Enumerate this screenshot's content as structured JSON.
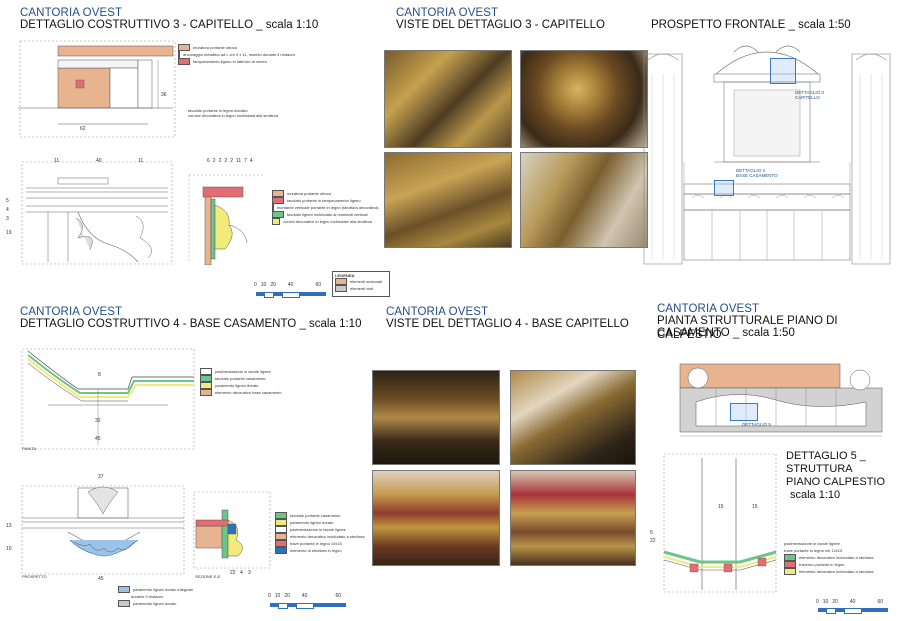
{
  "panels": {
    "p1": {
      "title1": "CANTORIA OVEST",
      "title2": "DETTAGLIO COSTRUTTIVO 3 - CAPITELLO _ scala 1:10"
    },
    "p2": {
      "title1": "CANTORIA OVEST",
      "title2": "VISTE DEL DETTAGLIO 3 - CAPITELLO"
    },
    "p3": {
      "title": "PROSPETTO FRONTALE _ scala 1:50"
    },
    "p4": {
      "title1": "CANTORIA OVEST",
      "title2": "DETTAGLIO COSTRUTTIVO 4 - BASE CASAMENTO _ scala 1:10"
    },
    "p5": {
      "title1": "CANTORIA OVEST",
      "title2": "VISTE DEL DETTAGLIO 4 - BASE CAPITELLO"
    },
    "p6": {
      "title1": "CANTORIA OVEST",
      "title2": "PIANTA STRUTTURALE PIANO DI CALPESTIO",
      "title3": "CASAMENTO _ scala 1:50"
    },
    "p7": {
      "line1": "DETTAGLIO 5 _",
      "line2": "STRUTTURA",
      "line3": "PIANO CALPESTIO",
      "line4": "scala 1:10"
    }
  },
  "labels": {
    "d3_top_notes": [
      "muratura portante ottoca",
      "ancoraggio metallico ad L cm 9 x 11, inserito durante il restauro",
      "tamponamento ligneo in laterizio al centro"
    ],
    "d3_mid_notes": [
      "tavolato portante in legno riciclato",
      "cornice decorativa in legno inchiodata alla struttura"
    ],
    "d3_sec_notes": [
      "muratura portante ottoca",
      "tavolato portante in tamponamento ligneo",
      "montante verticale portante in legno (struttura decorativa)",
      "tavolato ligneo inchiodato ai montanti verticali",
      "cornici decorative in legno inchiodate alla struttura"
    ],
    "legend_title": "LEGENDA",
    "legend_items": [
      "elementi sezionati",
      "elementi visti"
    ],
    "det3_box": "DETTAGLIO 3 CAPITELLO",
    "det4_box": "DETTAGLIO 4 BASE CASAMENTO",
    "det5_box": "DETTAGLIO 5",
    "d4_plan_notes": [
      "pavimentazione in tavole lignee",
      "tavolato portante casamento",
      "paramento ligneo dorato",
      "elemento decorativo base casamento"
    ],
    "d4_bot_notes": [
      "tavolato portante casamento",
      "paramento ligneo dorato",
      "pavimentazione in tavole lignee",
      "elemento decorativo inchiodato a struttura",
      "trave portante in legno 10x15",
      "elemento di sfruttura in legno"
    ],
    "d4_bot_left_notes": [
      "paramento ligneo dorato integrato",
      "durante il restauro",
      "paramento ligneo dorato"
    ],
    "d5_notes": [
      "pavimentazione in tavole lignee",
      "trave portante in legno cm 12x15",
      "elemento decorativo inchiodato a struttura",
      "traverso portante in legno",
      "elemento decorativo inchiodato a struttura"
    ],
    "pianta": "PIANTA",
    "prospetto": "PROSPETTO",
    "sezione": "SEZIONE E-E",
    "scale1": [
      "0",
      "10",
      "20",
      "40",
      "60"
    ],
    "scale3": [
      "0",
      "10",
      "20",
      "40",
      "60"
    ],
    "scale4": [
      "0",
      "10",
      "20",
      "40",
      "60"
    ]
  },
  "dims": {
    "d3_top": [
      "36",
      "62"
    ],
    "d3_mid": [
      "11",
      "40",
      "11"
    ],
    "d3_sec": [
      "6",
      "2",
      "2",
      "2",
      "2",
      "11",
      "7",
      "4"
    ],
    "d3_side": [
      "5",
      "4",
      "3",
      "19"
    ],
    "d4_plan": [
      "32",
      "45",
      "8"
    ],
    "d4_bot": [
      "37",
      "13",
      "10",
      "45",
      "22",
      "4",
      "3"
    ],
    "d5": [
      "15",
      "15",
      "5",
      "22"
    ]
  },
  "colors": {
    "section": "#e8b48f",
    "seen": "#c9c9c9",
    "red": "#e36d72",
    "green": "#6dc58a",
    "yellow": "#f2ea7a",
    "blue": "#2f6fc0",
    "title": "#1f4e8c"
  }
}
